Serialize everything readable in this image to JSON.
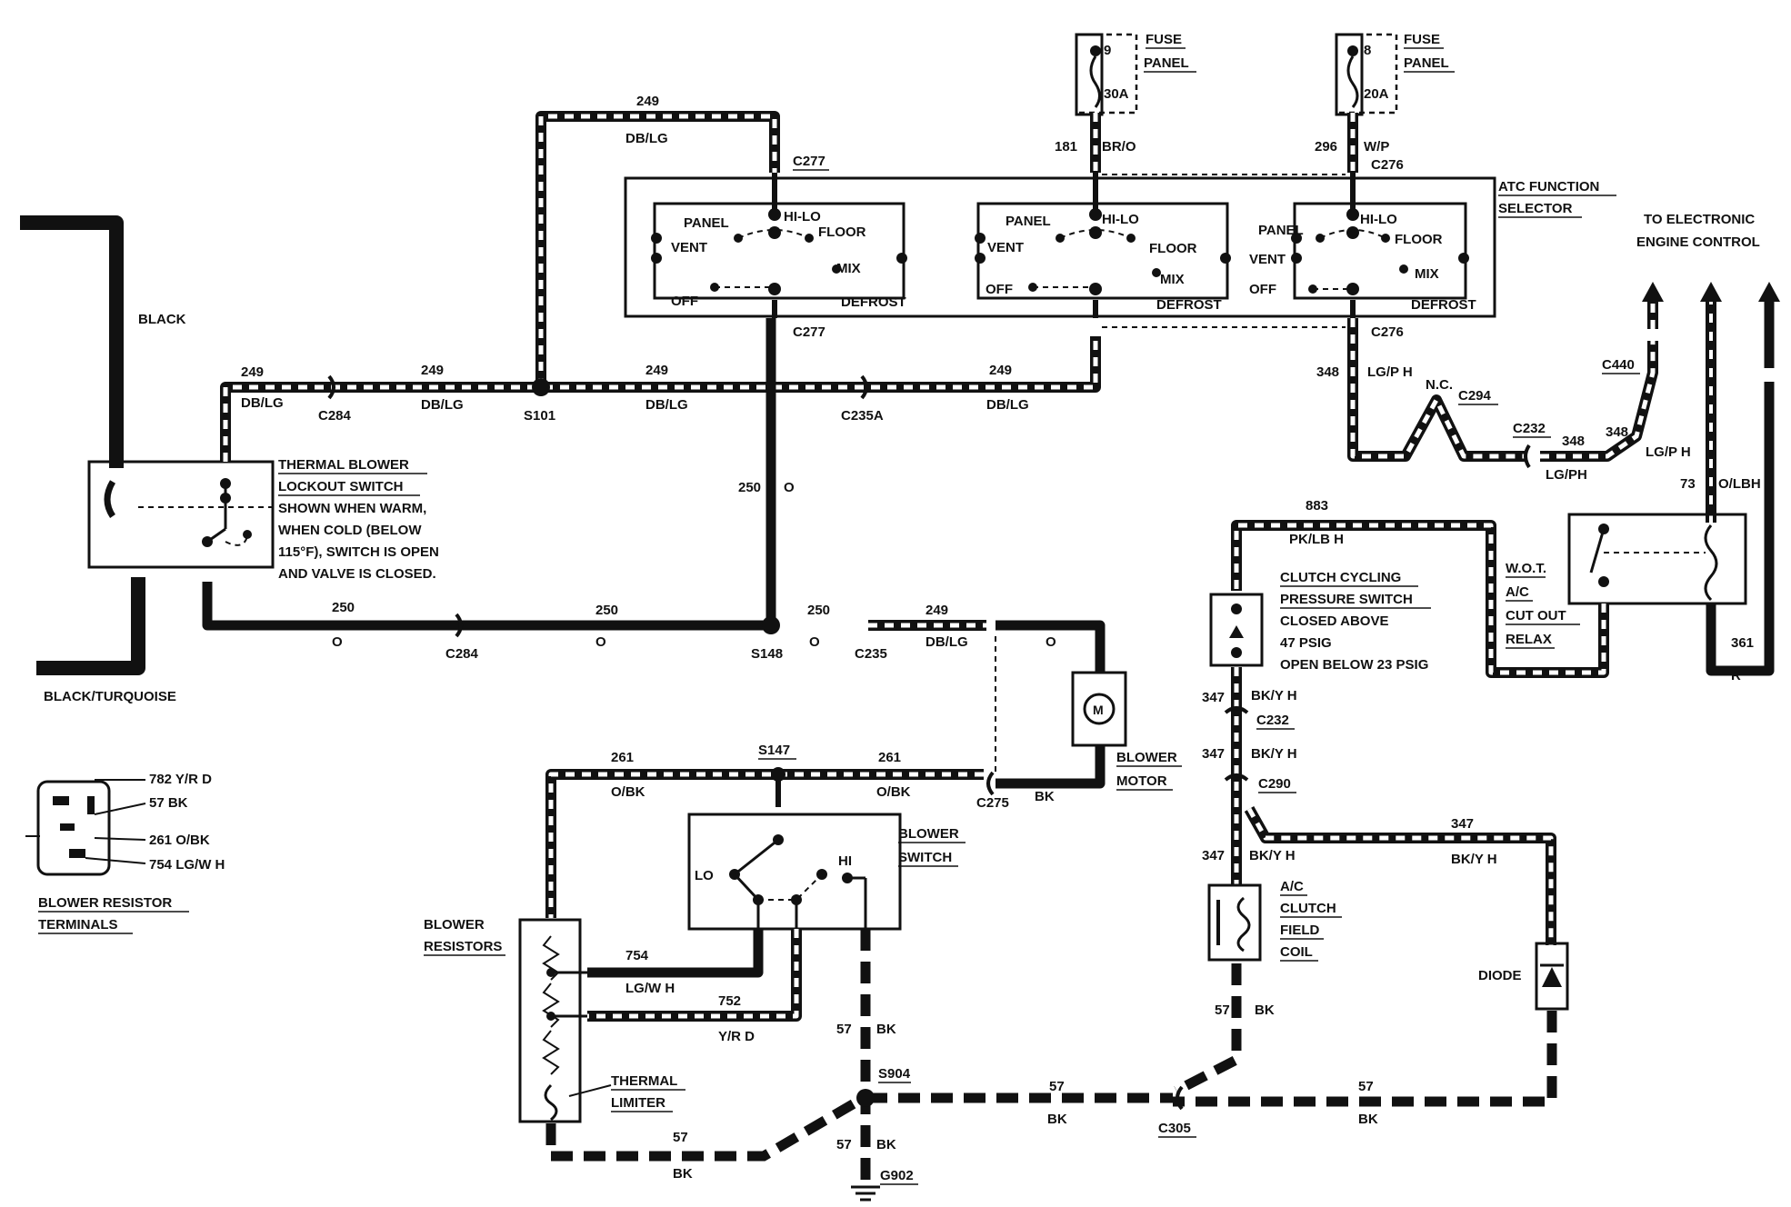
{
  "fuse_left": {
    "fuse_no": "9",
    "rating": "30A",
    "label1": "FUSE",
    "label2": "PANEL"
  },
  "fuse_right": {
    "fuse_no": "8",
    "rating": "20A",
    "label1": "FUSE",
    "label2": "PANEL"
  },
  "wire_labels": {
    "w249": "249",
    "dblg": "DB/LG",
    "w250": "250",
    "o": "O",
    "w181": "181",
    "bro": "BR/O",
    "w296": "296",
    "wp": "W/P",
    "w348": "348",
    "lgph": "LG/P H",
    "lgph2": "LG/PH",
    "nc": "N.C.",
    "w883": "883",
    "pklbh": "PK/LB H",
    "w73": "73",
    "olbh": "O/LBH",
    "w361": "361",
    "r": "R",
    "w347": "347",
    "bkyh": "BK/Y H",
    "w261": "261",
    "obk": "O/BK",
    "bk": "BK",
    "w754": "754",
    "lgwh": "LG/W H",
    "w752": "752",
    "yrd": "Y/R D",
    "w57": "57"
  },
  "connectors": {
    "c277": "C277",
    "c276": "C276",
    "c284": "C284",
    "c235a": "C235A",
    "c235": "C235",
    "c294": "C294",
    "c232": "C232",
    "c440": "C440",
    "c290": "C290",
    "c275": "C275",
    "c305": "C305",
    "s101": "S101",
    "s148": "S148",
    "s147": "S147",
    "s904": "S904",
    "g902": "G902"
  },
  "selector": {
    "title1": "ATC FUNCTION",
    "title2": "SELECTOR",
    "panel": "PANEL",
    "vent": "VENT",
    "off": "OFF",
    "hilo": "HI-LO",
    "floor": "FLOOR",
    "mix": "MIX",
    "defrost": "DEFROST"
  },
  "thermal_switch": {
    "line1": "THERMAL BLOWER",
    "line2": "LOCKOUT SWITCH",
    "line3": "SHOWN WHEN WARM,",
    "line4": "WHEN COLD (BELOW",
    "line5": "115°F), SWITCH IS OPEN",
    "line6": "AND VALVE IS CLOSED."
  },
  "harness": {
    "black": "BLACK",
    "black_turq": "BLACK/TURQUOISE"
  },
  "resistor_terminals": {
    "t1": "782 Y/R D",
    "t2": "57 BK",
    "t3": "261 O/BK",
    "t4": "754 LG/W H",
    "title1": "BLOWER RESISTOR",
    "title2": "TERMINALS"
  },
  "blower_motor": {
    "label1": "BLOWER",
    "label2": "MOTOR",
    "symbol": "M"
  },
  "blower_switch": {
    "label1": "BLOWER",
    "label2": "SWITCH",
    "lo": "LO",
    "hi": "HI"
  },
  "blower_resistors": {
    "label1": "Blower",
    "label2": "RESISTORS",
    "limiter1": "THERMAL",
    "limiter2": "LIMITER"
  },
  "eec": {
    "line1": "TO ELECTRONIC",
    "line2": "ENGINE CONTROL"
  },
  "wot": {
    "l1": "W.O.T.",
    "l2": "A/C",
    "l3": "CUT OUT",
    "l4": "RELAX"
  },
  "clutch_switch": {
    "l1": "CLUTCH CYCLING",
    "l2": "PRESSURE SWITCH",
    "l3": "CLOSED ABOVE",
    "l4": "47 PSIG",
    "l5": "OPEN BELOW  23 PSIG"
  },
  "clutch_coil": {
    "l1": "A/C",
    "l2": "CLUTCH",
    "l3": "FIELD",
    "l4": "COIL"
  },
  "diode": {
    "label": "DIODE"
  }
}
